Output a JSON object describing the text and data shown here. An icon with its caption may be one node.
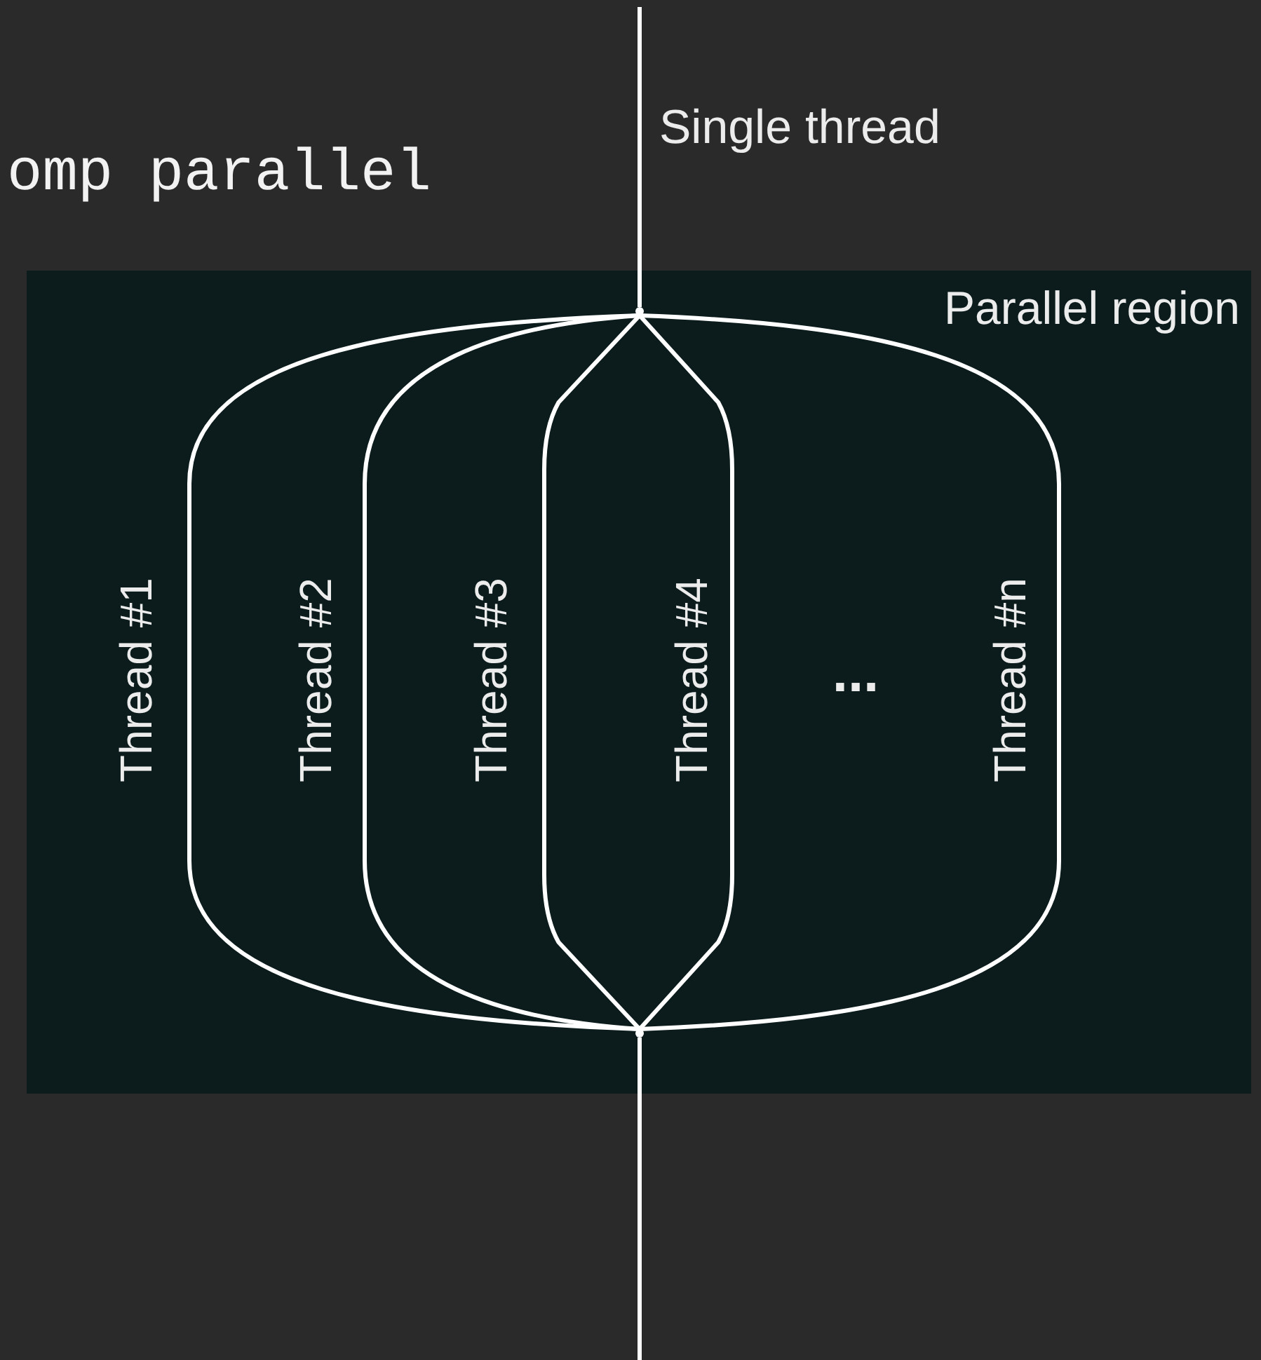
{
  "diagram": {
    "nodes": [
      {
        "text": [
          "Parallel region"
        ]
      },
      {
        "text": [],
        "shape": "dot",
        "in": 0
      },
      {
        "text": [],
        "shape": "dot",
        "in": 0
      }
    ],
    "edges": [
      {
        "from": null,
        "to": 1,
        "arrow": "none",
        "label": "Single thread"
      },
      {
        "from": 1,
        "to": 2,
        "arrow": "none"
      },
      {
        "from": 1,
        "to": 2,
        "arrow": "none"
      },
      {
        "from": 1,
        "to": 2,
        "arrow": "none"
      },
      {
        "from": 1,
        "to": 2,
        "arrow": "none"
      },
      {
        "from": 1,
        "to": 2,
        "arrow": "none"
      },
      {
        "from": 2,
        "to": null,
        "arrow": "none"
      }
    ],
    "labels": [
      "omp parallel",
      "Thread #1",
      "Thread #2",
      "Thread #3",
      "Thread #4",
      "...",
      "Thread #n"
    ]
  }
}
